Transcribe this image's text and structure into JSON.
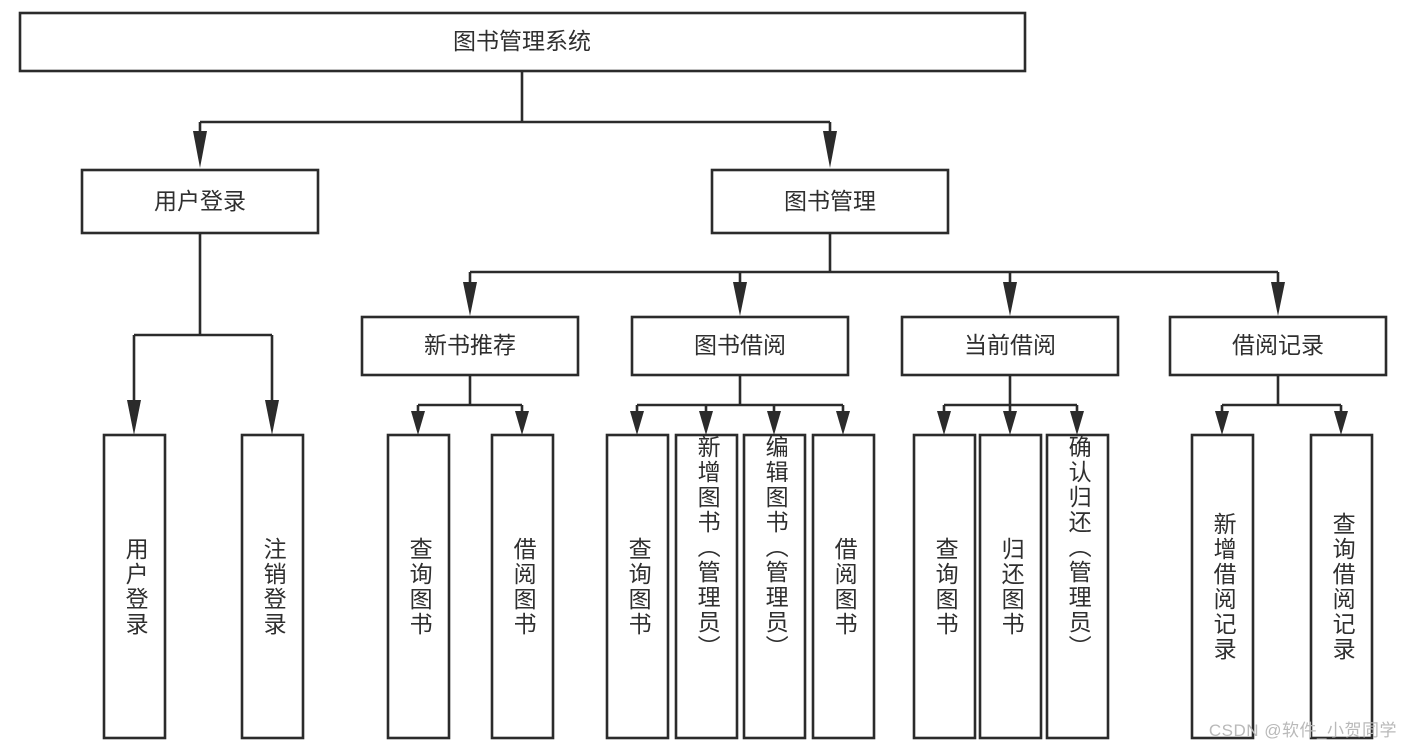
{
  "diagram": {
    "type": "hierarchical-tree",
    "title": "图书管理系统",
    "watermark": "CSDN @软件_小贺同学",
    "colors": {
      "background": "#ffffff",
      "box_fill": "#ffffff",
      "box_stroke": "#2b2b2b",
      "text": "#2f2f2f",
      "watermark": "#b9b9b9"
    },
    "root": {
      "id": "root",
      "label": "图书管理系统"
    },
    "level2": [
      {
        "id": "user-login",
        "label": "用户登录"
      },
      {
        "id": "book-manage",
        "label": "图书管理"
      }
    ],
    "level3": [
      {
        "id": "new-book-recommend",
        "label": "新书推荐",
        "parent": "book-manage"
      },
      {
        "id": "book-borrow",
        "label": "图书借阅",
        "parent": "book-manage"
      },
      {
        "id": "current-borrow",
        "label": "当前借阅",
        "parent": "book-manage"
      },
      {
        "id": "borrow-record",
        "label": "借阅记录",
        "parent": "book-manage"
      }
    ],
    "leaves": {
      "user-login": [
        {
          "id": "leaf-user-login",
          "label": "用户登录"
        },
        {
          "id": "leaf-logout",
          "label": "注销登录"
        }
      ],
      "new-book-recommend": [
        {
          "id": "leaf-query-book-1",
          "label": "查询图书"
        },
        {
          "id": "leaf-borrow-book-1",
          "label": "借阅图书"
        }
      ],
      "book-borrow": [
        {
          "id": "leaf-query-book-2",
          "label": "查询图书"
        },
        {
          "id": "leaf-add-book",
          "label": "新增图书（管理员）"
        },
        {
          "id": "leaf-edit-book",
          "label": "编辑图书（管理员）"
        },
        {
          "id": "leaf-borrow-book-2",
          "label": "借阅图书"
        }
      ],
      "current-borrow": [
        {
          "id": "leaf-query-book-3",
          "label": "查询图书"
        },
        {
          "id": "leaf-return-book",
          "label": "归还图书"
        },
        {
          "id": "leaf-confirm-return",
          "label": "确认归还（管理员）"
        }
      ],
      "borrow-record": [
        {
          "id": "leaf-add-record",
          "label": "新增借阅记录"
        },
        {
          "id": "leaf-query-record",
          "label": "查询借阅记录"
        }
      ]
    }
  }
}
